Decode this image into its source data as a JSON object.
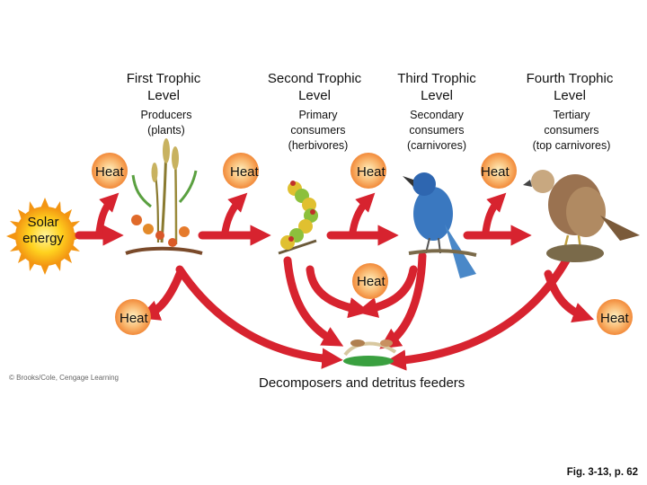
{
  "levels": [
    {
      "title": "First Trophic Level",
      "group": "Producers (plants)"
    },
    {
      "title": "Second Trophic Level",
      "group": "Primary consumers (herbivores)"
    },
    {
      "title": "Third Trophic Level",
      "group": "Secondary consumers (carnivores)"
    },
    {
      "title": "Fourth Trophic Level",
      "group": "Tertiary consumers (top carnivores)"
    }
  ],
  "heat_label": "Heat",
  "solar_label": "Solar energy",
  "decomposers_label": "Decomposers and detritus feeders",
  "credit": "© Brooks/Cole, Cengage Learning",
  "figure_caption": "Fig. 3-13, p. 62",
  "colors": {
    "arrow": "#d7232f",
    "sun_core": "#ffe040",
    "sun_edge": "#f59a10",
    "heat_glow": "#f7a35c"
  }
}
